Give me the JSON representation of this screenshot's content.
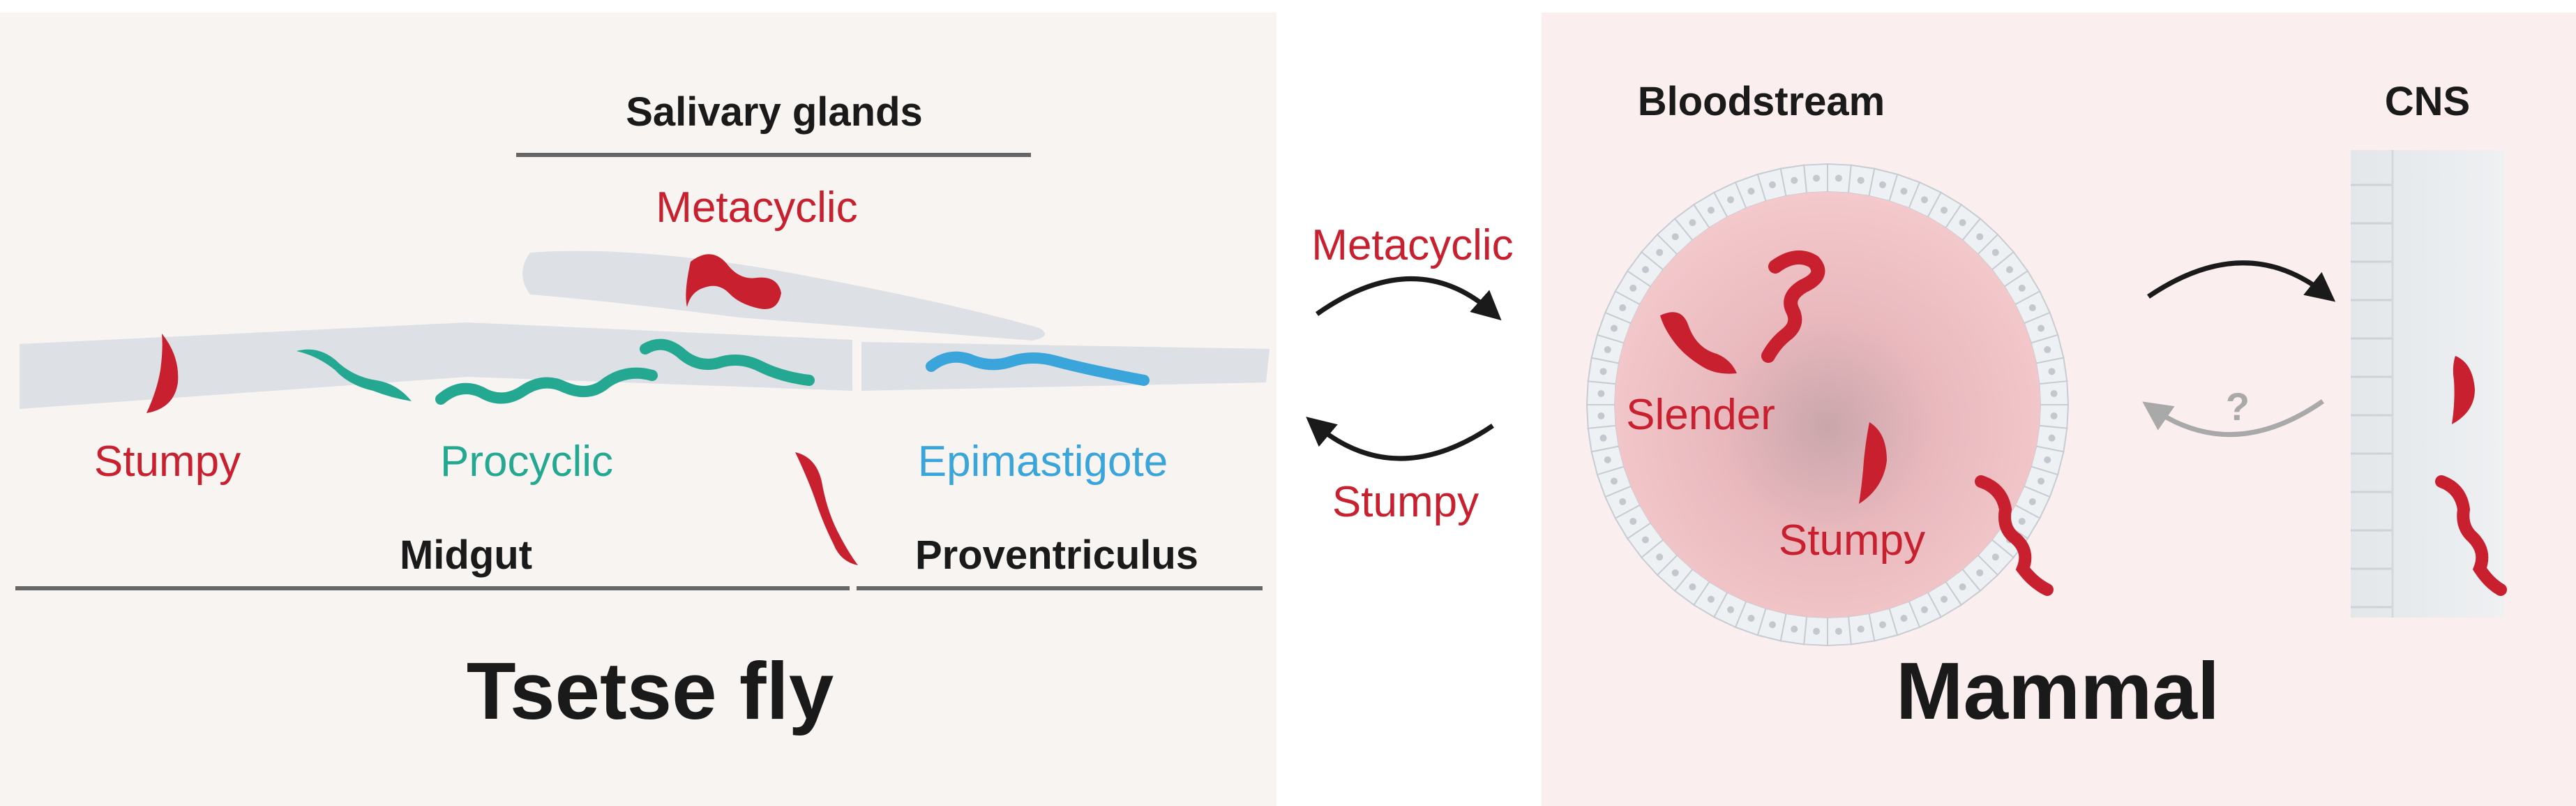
{
  "colors": {
    "fly_panel_bg": "#f8f4f2",
    "mammal_panel_bg": "#fbeeef",
    "red": "#c8202f",
    "teal": "#25a892",
    "blue": "#3aa5da",
    "black": "#1a1a1a",
    "grey_arrow": "#a9a9a9",
    "tube_grey": "#dde1e5"
  },
  "fly": {
    "title": "Tsetse fly",
    "salivary_glands": "Salivary glands",
    "midgut": "Midgut",
    "proventriculus": "Proventriculus",
    "stages": {
      "metacyclic": "Metacyclic",
      "stumpy": "Stumpy",
      "procyclic": "Procyclic",
      "epimastigote": "Epimastigote"
    }
  },
  "transmission": {
    "to_mammal": "Metacyclic",
    "to_fly": "Stumpy"
  },
  "mammal": {
    "title": "Mammal",
    "bloodstream": "Bloodstream",
    "cns": "CNS",
    "slender": "Slender",
    "stumpy": "Stumpy",
    "uncertain_mark": "?"
  },
  "icons": {
    "parasite": "trypanosome-icon",
    "arrow": "curved-arrow-icon"
  }
}
